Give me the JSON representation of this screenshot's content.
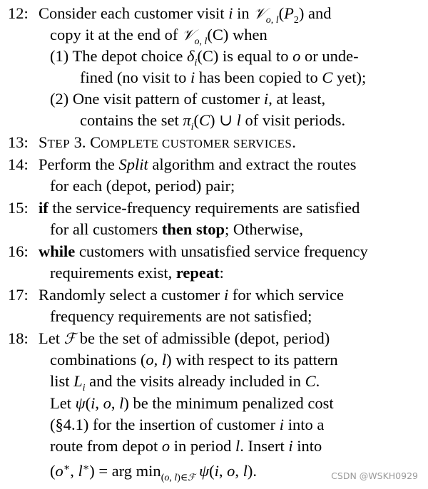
{
  "algorithm": {
    "lines": [
      {
        "num": "12:",
        "segments": [
          "Consider each customer visit ",
          "i",
          " in ",
          "𝒱",
          "o, l",
          "(",
          "P",
          "2",
          ") and"
        ]
      },
      {
        "num": "",
        "cont1": "copy it at the end of ",
        "cont1_script": "𝒱",
        "cont1_sub": "o, l",
        "cont1_tail": "(C) when"
      },
      {
        "num": "",
        "item1_a": "(1) The depot choice ",
        "item1_delta": "δ",
        "item1_sub": "i",
        "item1_b": "(C) is equal to ",
        "item1_o": "o",
        "item1_c": " or unde-"
      },
      {
        "num": "",
        "item1_cont": "fined (no visit to i has been copied to C yet);"
      },
      {
        "num": "",
        "item2_a": "(2) One visit pattern of customer i, at least,"
      },
      {
        "num": "",
        "item2_cont": "contains the set π"
      },
      {
        "num": "13:",
        "step_big1": "S",
        "step_small1": "TEP",
        "step_mid": " 3. ",
        "step_big2": "C",
        "step_small2": "OMPLETE CUSTOMER SERVICES",
        "step_end": "."
      },
      {
        "num": "14:",
        "text": "Perform the Split algorithm and extract the routes"
      },
      {
        "num": "",
        "text": "for each (depot, period) pair;"
      },
      {
        "num": "15:",
        "text": "if the service-frequency requirements are satisfied"
      },
      {
        "num": "",
        "text": "for all customers then stop; Otherwise,"
      },
      {
        "num": "16:",
        "text": "while customers with unsatisfied service frequency"
      },
      {
        "num": "",
        "text": "requirements exist, repeat:"
      },
      {
        "num": "17:",
        "text": "Randomly select a customer i for which service"
      },
      {
        "num": "",
        "text": "frequency requirements are not satisfied;"
      },
      {
        "num": "18:",
        "text": "Let ℱ be the set of admissible (depot, period)"
      },
      {
        "num": "",
        "text": "combinations (o, l) with respect to its pattern"
      },
      {
        "num": "",
        "text": "list L_i and the visits already included in C."
      },
      {
        "num": "",
        "text": "Let ψ(i, o, l) be the minimum penalized cost"
      },
      {
        "num": "",
        "text": "(§4.1) for the insertion of customer i into a"
      },
      {
        "num": "",
        "text": "route from depot o in period l. Insert i into"
      },
      {
        "num": "",
        "text": "(o*, l*) = arg min_(o,l)∈ℱ ψ(i, o, l)."
      }
    ]
  },
  "watermark": "CSDN @WSKH0929",
  "colors": {
    "text": "#000000",
    "watermark": "#9a9a9a",
    "background": "#ffffff"
  }
}
